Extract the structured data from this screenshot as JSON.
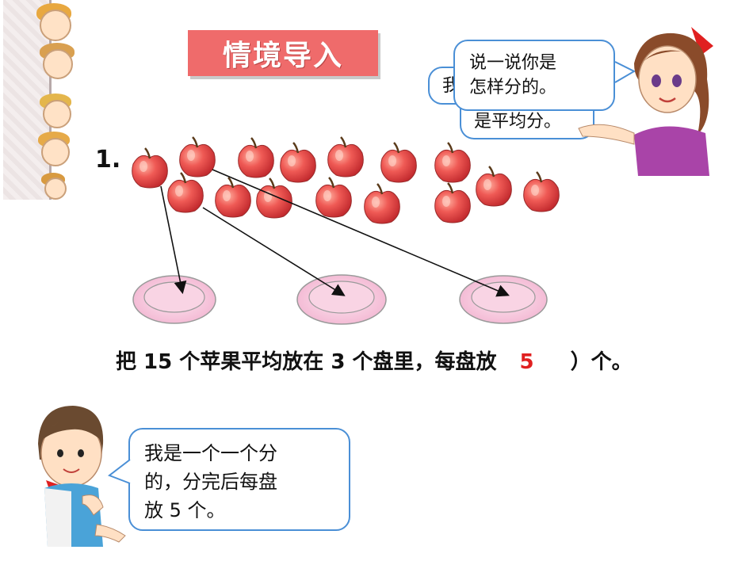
{
  "title": "情境导入",
  "question_number": "1.",
  "sentence": {
    "before": "把 15 个苹果平均放在 3 个盘里，每盘放 ",
    "answer": "5",
    "after": "）个。"
  },
  "teacher_bubble": {
    "text_line1": "说一说你是",
    "text_line2": "怎样分的。",
    "hidden_partial_1": "我",
    "hidden_partial_2": "是平均分。"
  },
  "boy_bubble": {
    "line1": "我是一个一个分",
    "line2": "的，分完后每盘",
    "line3": "放 5 个。"
  },
  "apples": {
    "count": 15,
    "color": "#e8484a"
  },
  "plates": {
    "count": 3,
    "color": "#f7c9e0"
  },
  "colors": {
    "banner": "#ef6b6b",
    "bubble_border": "#4a8fd6",
    "answer": "#e02020"
  }
}
